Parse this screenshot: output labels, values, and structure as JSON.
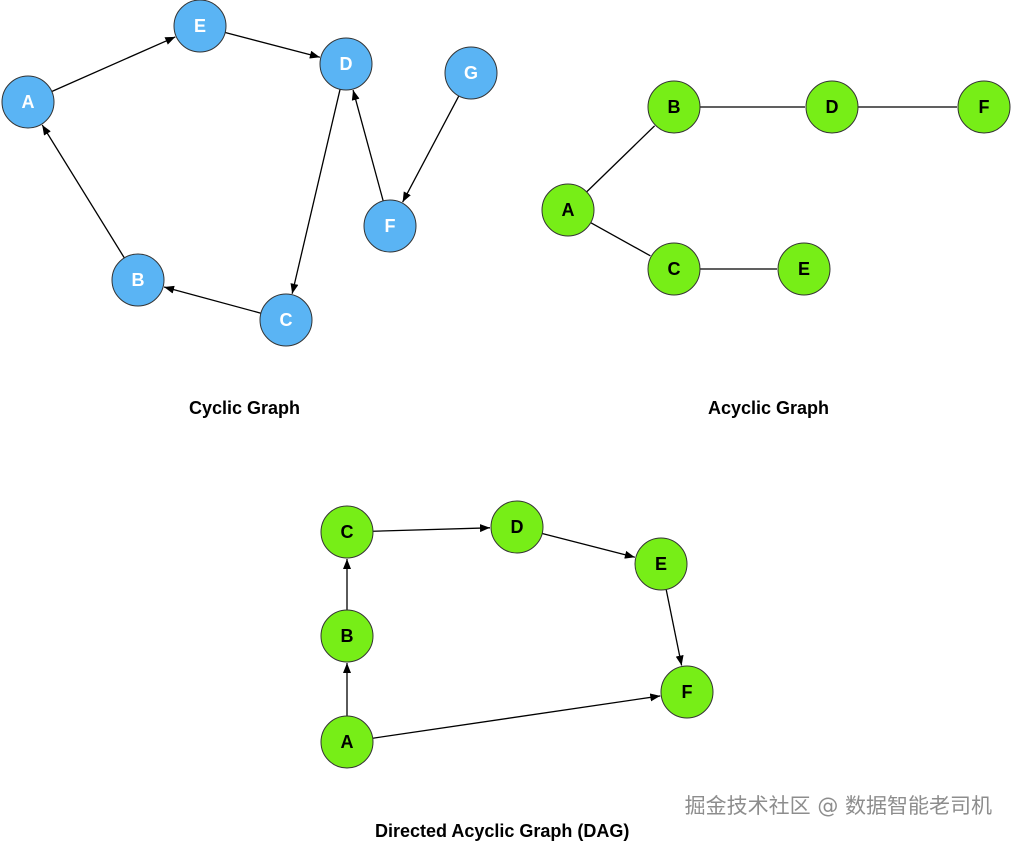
{
  "colors": {
    "cyclic_node": "#5ab4f4",
    "acyclic_node": "#77ee17",
    "node_stroke": "#333333",
    "edge": "#000000"
  },
  "captions": {
    "cyclic": "Cyclic Graph",
    "acyclic": "Acyclic Graph",
    "dag": "Directed Acyclic Graph (DAG)"
  },
  "watermark": "掘金技术社区 @ 数据智能老司机",
  "graphs": [
    {
      "id": "cyclic",
      "directed": true,
      "nodes": [
        "A",
        "E",
        "D",
        "G",
        "F",
        "B",
        "C"
      ],
      "edges": [
        [
          "A",
          "E"
        ],
        [
          "E",
          "D"
        ],
        [
          "D",
          "C"
        ],
        [
          "C",
          "B"
        ],
        [
          "B",
          "A"
        ],
        [
          "G",
          "F"
        ],
        [
          "F",
          "D"
        ]
      ]
    },
    {
      "id": "acyclic",
      "directed": false,
      "nodes": [
        "A",
        "B",
        "C",
        "D",
        "E",
        "F"
      ],
      "edges": [
        [
          "A",
          "B"
        ],
        [
          "B",
          "D"
        ],
        [
          "D",
          "F"
        ],
        [
          "A",
          "C"
        ],
        [
          "C",
          "E"
        ]
      ]
    },
    {
      "id": "dag",
      "directed": true,
      "nodes": [
        "A",
        "B",
        "C",
        "D",
        "E",
        "F"
      ],
      "edges": [
        [
          "A",
          "B"
        ],
        [
          "B",
          "C"
        ],
        [
          "C",
          "D"
        ],
        [
          "D",
          "E"
        ],
        [
          "E",
          "F"
        ],
        [
          "A",
          "F"
        ]
      ]
    }
  ]
}
